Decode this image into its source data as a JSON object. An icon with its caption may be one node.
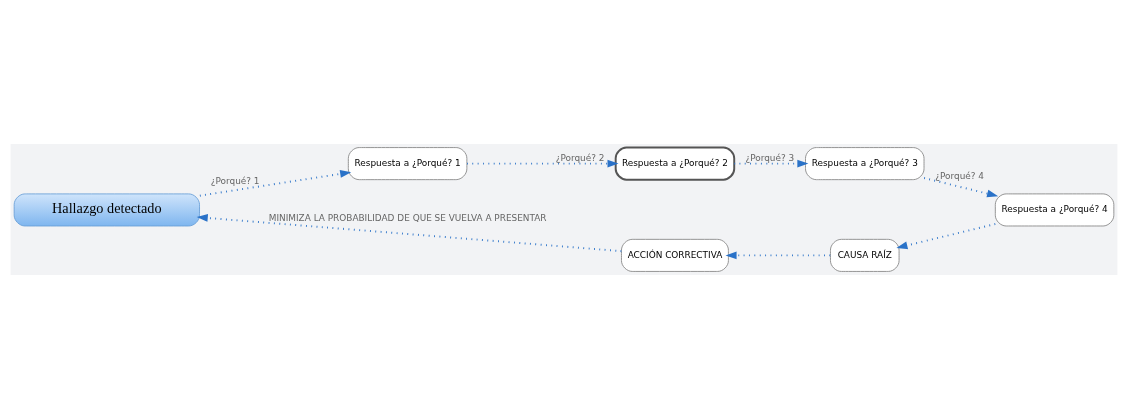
{
  "diagram": {
    "nodes": [
      {
        "text": [
          "Hallazgo detectado"
        ]
      },
      {
        "text": [
          "Respuesta a ¿Porqué? 1"
        ]
      },
      {
        "text": [
          "Respuesta a ¿Porqué? 2"
        ]
      },
      {
        "text": [
          "Respuesta a ¿Porqué? 3"
        ]
      },
      {
        "text": [
          "Respuesta a ¿Porqué? 4"
        ]
      },
      {
        "text": [
          "CAUSA RAÍZ"
        ]
      },
      {
        "text": [
          "ACCIÓN CORRECTIVA"
        ]
      }
    ],
    "edges": [
      {
        "from": 0,
        "to": 1,
        "arrow": "to",
        "label": "¿Porqué? 1"
      },
      {
        "from": 1,
        "to": 2,
        "arrow": "to",
        "label": "¿Porqué? 2"
      },
      {
        "from": 2,
        "to": 3,
        "arrow": "to",
        "label": "¿Porqué? 3"
      },
      {
        "from": 3,
        "to": 4,
        "arrow": "to",
        "label": "¿Porqué? 4"
      },
      {
        "from": 4,
        "to": 5,
        "arrow": "to"
      },
      {
        "from": 5,
        "to": 6,
        "arrow": "to"
      },
      {
        "from": 6,
        "to": 0,
        "arrow": "to",
        "label": "MINIMIZA LA PROBABILIDAD DE QUE SE VUELVA A PRESENTAR"
      }
    ]
  }
}
